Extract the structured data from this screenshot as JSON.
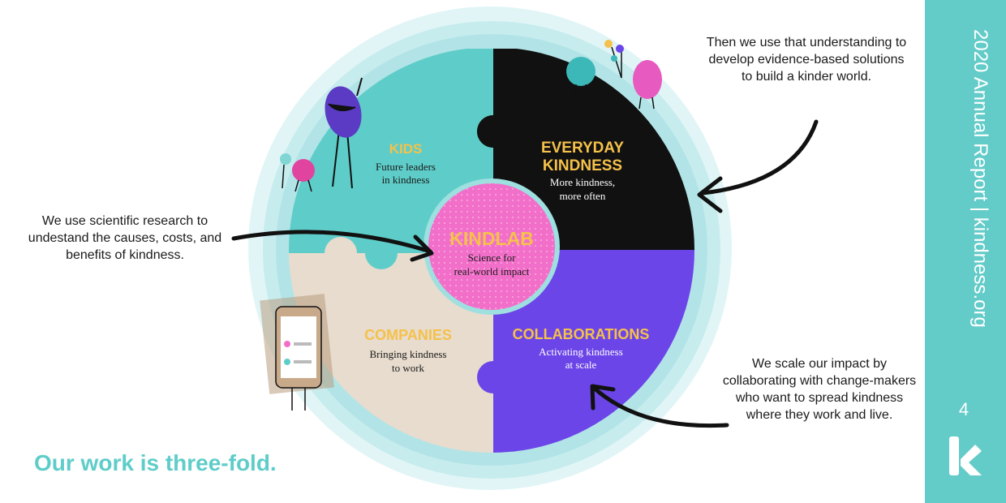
{
  "pieces": {
    "kids": {
      "title": "KIDS",
      "subtitle": [
        "Future leaders",
        "in kindness"
      ]
    },
    "everyday": {
      "title": [
        "EVERYDAY",
        "KINDNESS"
      ],
      "subtitle": [
        "More kindness,",
        "more often"
      ]
    },
    "companies": {
      "title": "COMPANIES",
      "subtitle": [
        "Bringing kindness",
        "to work"
      ]
    },
    "collaborations": {
      "title": "COLLABORATIONS",
      "subtitle": [
        "Activating kindness",
        "at scale"
      ]
    },
    "center": {
      "title": "KINDLAB",
      "subtitle": [
        "Science for",
        "real-world impact"
      ]
    }
  },
  "callouts": {
    "left": "We use scientific research to undestand the causes, costs, and benefits of kindness.",
    "top": "Then we use that understanding to develop evidence-based solutions to build a kinder world.",
    "bottom": "We scale our impact by collaborating with change-makers who want to spread kindness where they work and live."
  },
  "tagline": "Our work is three-fold.",
  "side_panel": {
    "title": "2020 Annual Report | kindness.org",
    "page_number": "4"
  },
  "colors": {
    "teal": "#5ecdc9",
    "black": "#111111",
    "beige": "#e7dccd",
    "purple": "#6b45e8",
    "pink": "#f26fc9",
    "yellow": "#f5c14a",
    "ring": "#cdeff1"
  }
}
